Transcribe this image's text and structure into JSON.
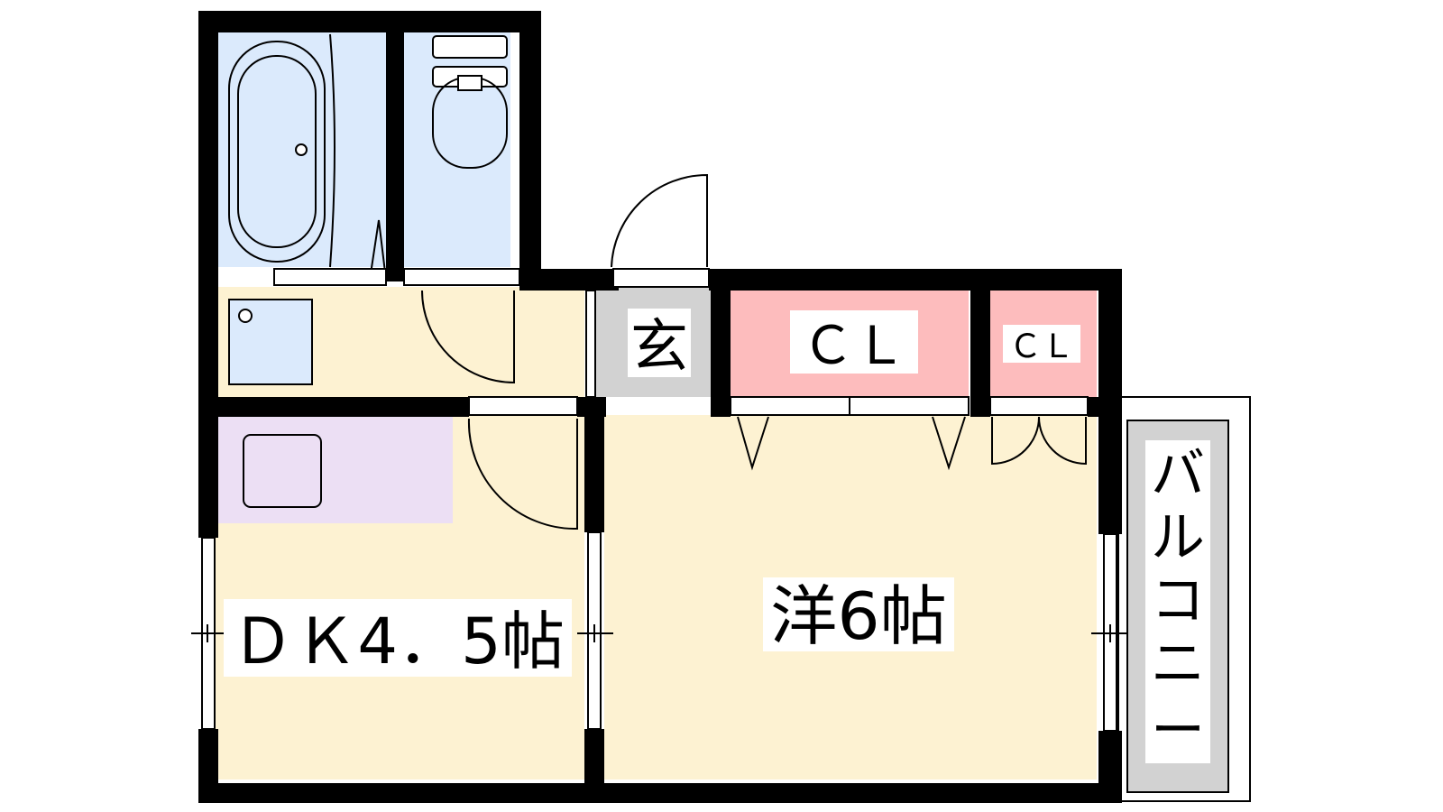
{
  "floor_plan": {
    "rooms": {
      "dk": {
        "label": "ＤＫ4．5帖"
      },
      "western": {
        "label": "洋6帖"
      },
      "entrance": {
        "label": "玄"
      },
      "closet_main": {
        "label": "ＣＬ"
      },
      "closet_small": {
        "label": "ＣＬ"
      },
      "balcony": {
        "label": "バルコニー",
        "chars": [
          "バ",
          "ル",
          "コ",
          "ニ",
          "ー"
        ]
      },
      "bath": {
        "label": ""
      },
      "toilet": {
        "label": ""
      },
      "washroom": {
        "label": ""
      }
    },
    "colors": {
      "wall": "#000000",
      "wet_area": "#dbeafc",
      "living": "#fdf2d2",
      "closet": "#fdbcbd",
      "kitchen": "#ecdff4",
      "entrance": "#d2d2d2",
      "balcony": "#d2d2d2",
      "label_bg": "#ffffff"
    }
  }
}
